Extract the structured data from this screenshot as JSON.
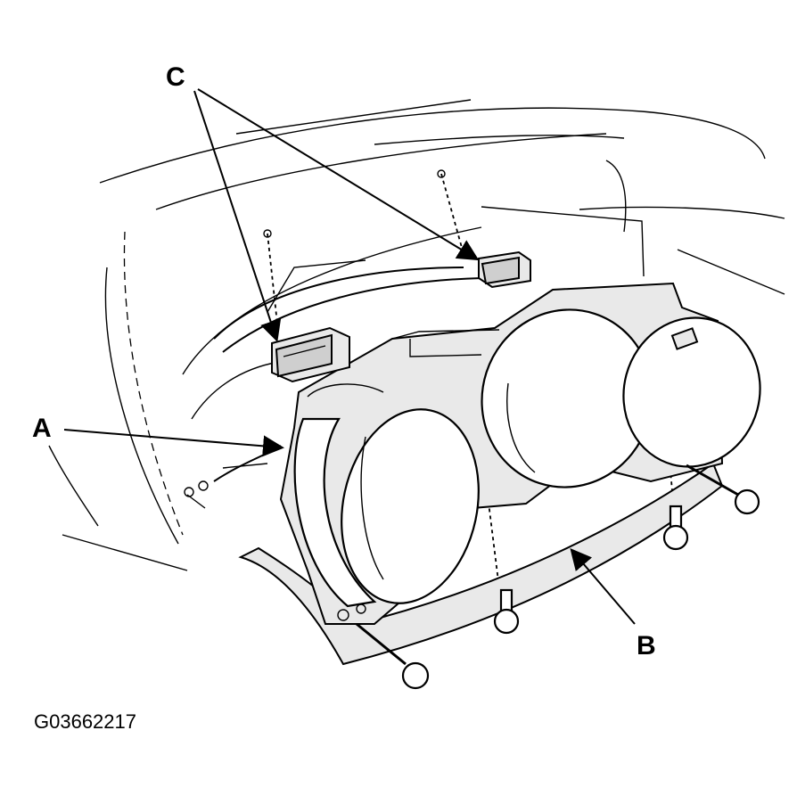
{
  "callouts": {
    "a": "A",
    "b": "B",
    "c": "C"
  },
  "figure_code": "G03662217"
}
